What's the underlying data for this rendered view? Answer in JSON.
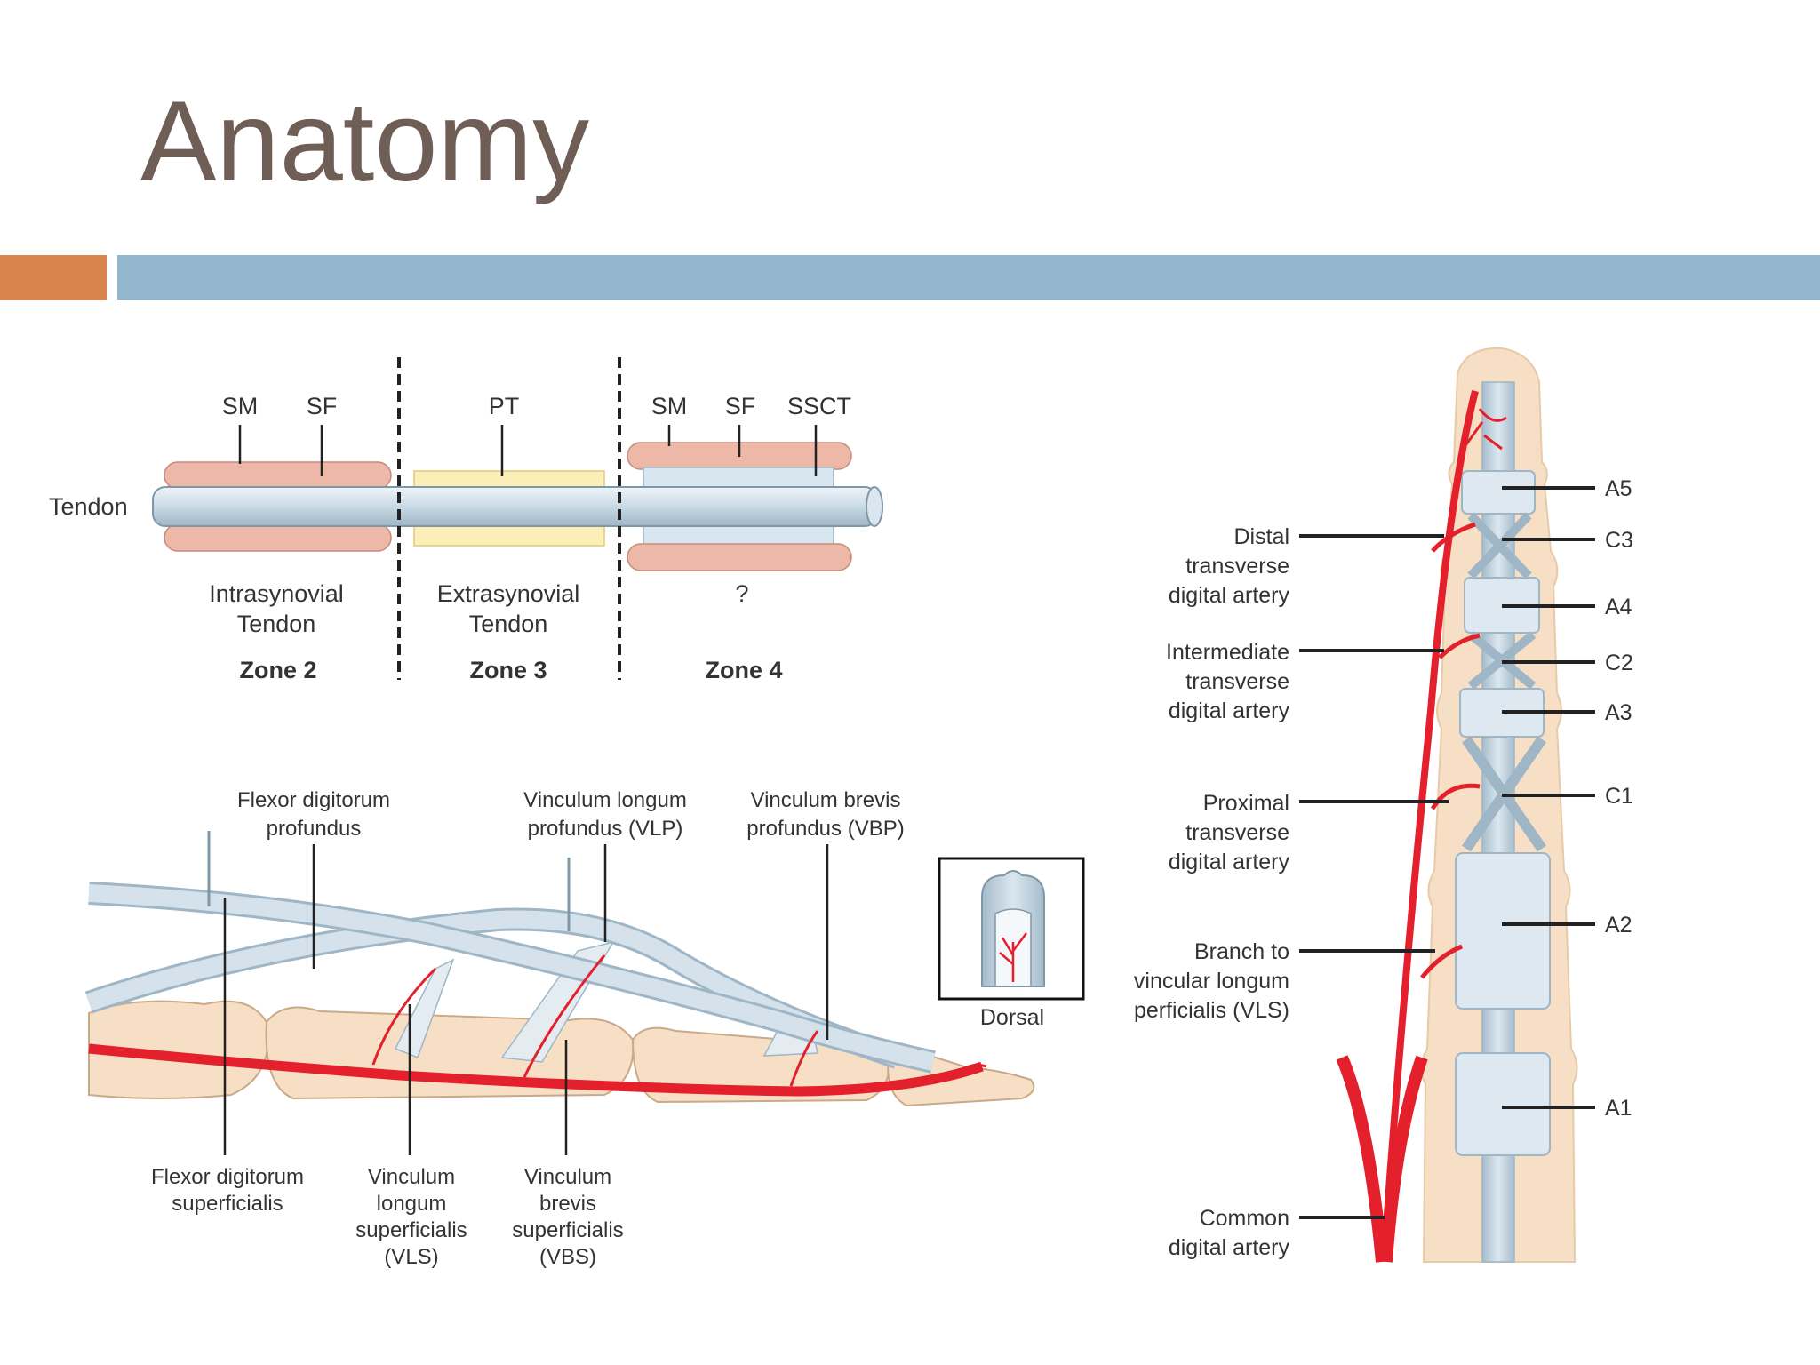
{
  "title": "Anatomy",
  "colors": {
    "title": "#6e5e55",
    "band_orange": "#d9844c",
    "band_blue": "#93b6cf",
    "artery": "#e3202c",
    "tendon": "#c5d6e0",
    "synovium": "#eeb8a8",
    "paratenon": "#fbeeb6",
    "bone": "#f6dfc4"
  },
  "zones_diagram": {
    "tendon_label": "Tendon",
    "zone2": {
      "top_labels": [
        "SM",
        "SF"
      ],
      "desc_line1": "Intrasynovial",
      "desc_line2": "Tendon",
      "zone": "Zone 2"
    },
    "zone3": {
      "top_labels": [
        "PT"
      ],
      "desc_line1": "Extrasynovial",
      "desc_line2": "Tendon",
      "zone": "Zone 3"
    },
    "zone4": {
      "top_labels": [
        "SM",
        "SF",
        "SSCT"
      ],
      "desc_line1": "?",
      "zone": "Zone 4"
    }
  },
  "lateral_diagram": {
    "fdp": [
      "Flexor digitorum",
      "profundus"
    ],
    "vlp": [
      "Vinculum longum",
      "profundus (VLP)"
    ],
    "vbp": [
      "Vinculum brevis",
      "profundus (VBP)"
    ],
    "dorsal": "Dorsal",
    "fds": [
      "Flexor digitorum",
      "superficialis"
    ],
    "vls": [
      "Vinculum",
      "longum",
      "superficialis",
      "(VLS)"
    ],
    "vbs": [
      "Vinculum",
      "brevis",
      "superficialis",
      "(VBS)"
    ]
  },
  "finger_diagram": {
    "left_labels": {
      "distal": [
        "Distal",
        "transverse",
        "digital artery"
      ],
      "intermediate": [
        "Intermediate",
        "transverse",
        "digital artery"
      ],
      "proximal": [
        "Proximal",
        "transverse",
        "digital artery"
      ],
      "branch": [
        "Branch to",
        "vincular longum",
        "perficialis (VLS)"
      ],
      "common": [
        "Common",
        "digital artery"
      ]
    },
    "pulleys": [
      "A5",
      "C3",
      "A4",
      "C2",
      "A3",
      "C1",
      "A2",
      "A1"
    ]
  }
}
